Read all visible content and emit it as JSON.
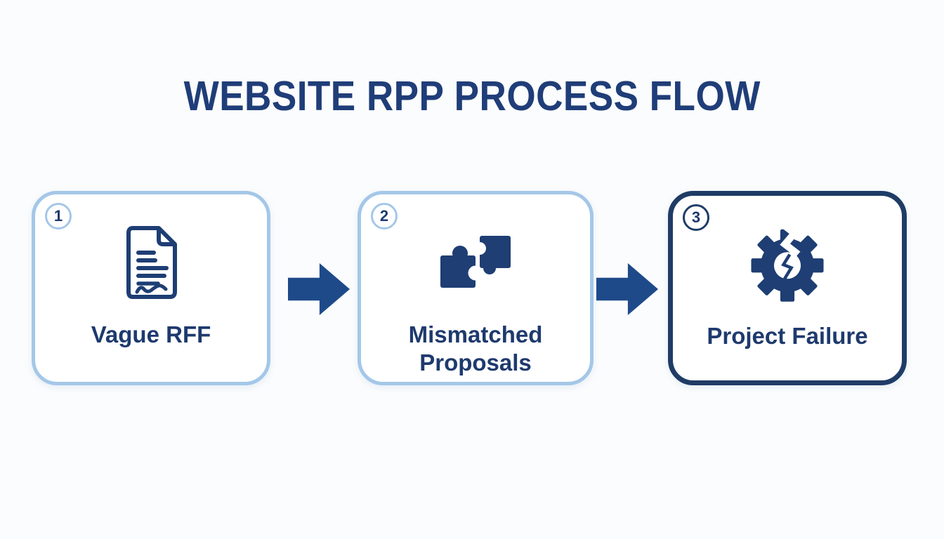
{
  "title": "WEBSITE RPP PROCESS FLOW",
  "colors": {
    "title": "#1f3d78",
    "navy_text": "#1e3a6e",
    "navy_icon": "#1e3e74",
    "arrow": "#1e4a8a",
    "light_border": "#a4c7e8",
    "dark_border": "#1f3c66",
    "background": "#fbfcfd",
    "card_background": "#ffffff"
  },
  "steps": [
    {
      "number": "1",
      "label": "Vague RFF",
      "icon": "document-icon"
    },
    {
      "number": "2",
      "label": "Mismatched Proposals",
      "icon": "puzzle-icon"
    },
    {
      "number": "3",
      "label": "Project Failure",
      "icon": "broken-gear-icon"
    }
  ],
  "connectors": [
    {
      "type": "arrow-right"
    },
    {
      "type": "arrow-right"
    }
  ]
}
